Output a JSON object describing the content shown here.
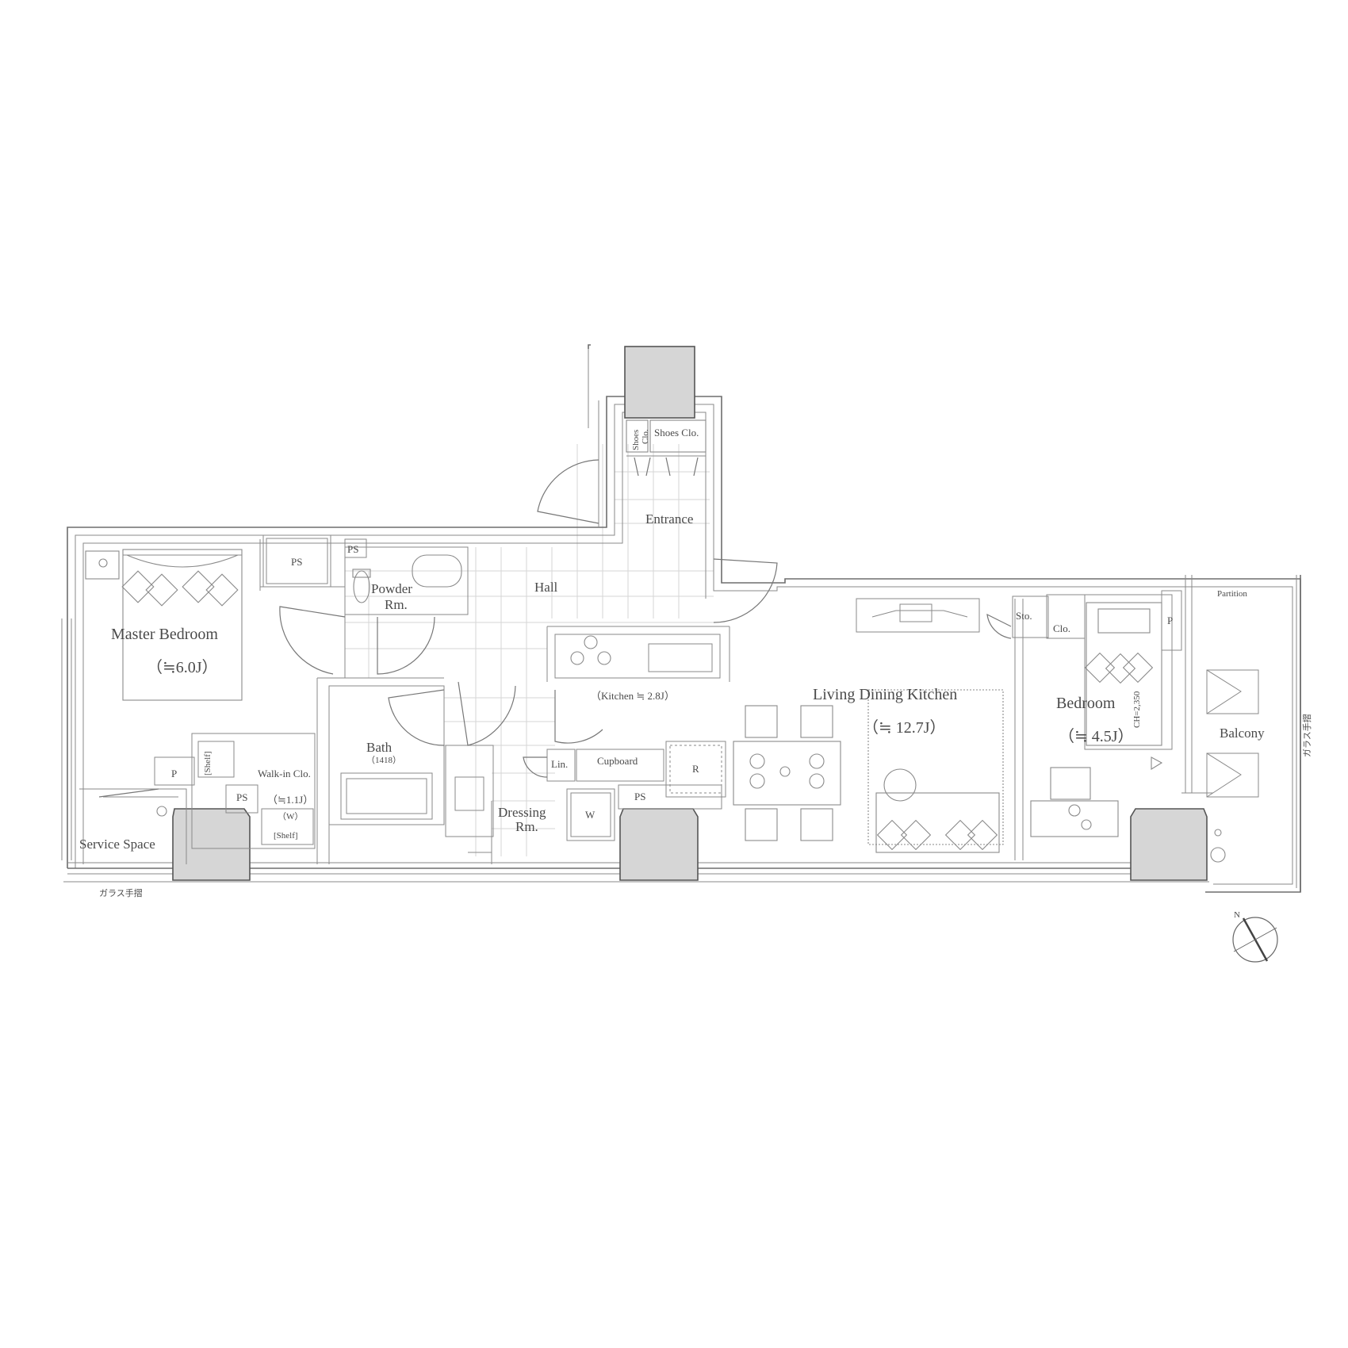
{
  "rooms": {
    "master_bedroom": "Master Bedroom",
    "master_bedroom_area": "（≒6.0J）",
    "powder_room_1": "Powder",
    "powder_room_2": "Rm.",
    "hall": "Hall",
    "entrance": "Entrance",
    "shoes_clo_small_1": "Shoes",
    "shoes_clo_small_2": "Clo.",
    "shoes_clo": "Shoes Clo.",
    "ps_1": "PS",
    "ps_2": "PS",
    "ps_3": "PS",
    "ps_4": "PS",
    "kitchen": "（Kitchen ≒ 2.8J）",
    "ldk": "Living Dining Kitchen",
    "ldk_area": "（≒ 12.7J）",
    "bedroom": "Bedroom",
    "bedroom_area": "（≒ 4.5J）",
    "ceiling_height": "CH=2,350",
    "bath": "Bath",
    "bath_size": "（1418）",
    "dressing_1": "Dressing",
    "dressing_2": "Rm.",
    "walkin": "Walk-in Clo.",
    "walkin_area": "（≒1.1J）",
    "walkin_w": "（W）",
    "shelf_1": "[Shelf]",
    "shelf_2": "[Shelf]",
    "p_1": "P",
    "p_2": "P",
    "service_space": "Service Space",
    "cupboard": "Cupboard",
    "linen": "Lin.",
    "fridge": "R",
    "washer": "W",
    "storage": "Sto.",
    "closet": "Clo.",
    "balcony": "Balcony",
    "partition": "Partition"
  },
  "notes": {
    "glass_handrail_bottom": "ガラス手摺",
    "glass_handrail_right": "ガラス手摺",
    "north": "N"
  },
  "colors": {
    "wall": "#6e6e6e",
    "column_fill": "#d6d6d6",
    "text": "#4a4a4a"
  }
}
